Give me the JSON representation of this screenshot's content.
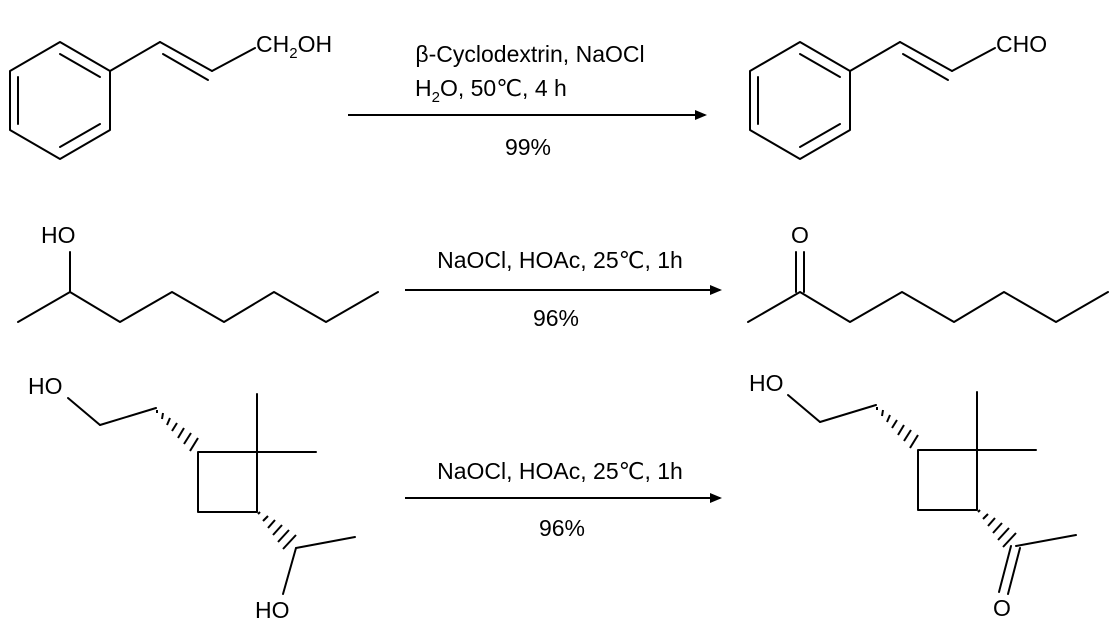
{
  "reactions": [
    {
      "reactant_labels": [
        "CH",
        "2",
        "OH"
      ],
      "conditions_line1": "β-Cyclodextrin, NaOCl",
      "conditions_line2": [
        "H",
        "2",
        "O, 50℃, 4 h"
      ],
      "yield": "99%",
      "product_labels": [
        "CHO"
      ]
    },
    {
      "reactant_labels": [
        "HO"
      ],
      "conditions_line1": "NaOCl, HOAc, 25℃, 1h",
      "yield": "96%",
      "product_labels": [
        "O"
      ]
    },
    {
      "reactant_labels": [
        "HO",
        "HO"
      ],
      "conditions_line1": "NaOCl, HOAc, 25℃, 1h",
      "yield": "96%",
      "product_labels": [
        "HO",
        "O"
      ]
    }
  ]
}
